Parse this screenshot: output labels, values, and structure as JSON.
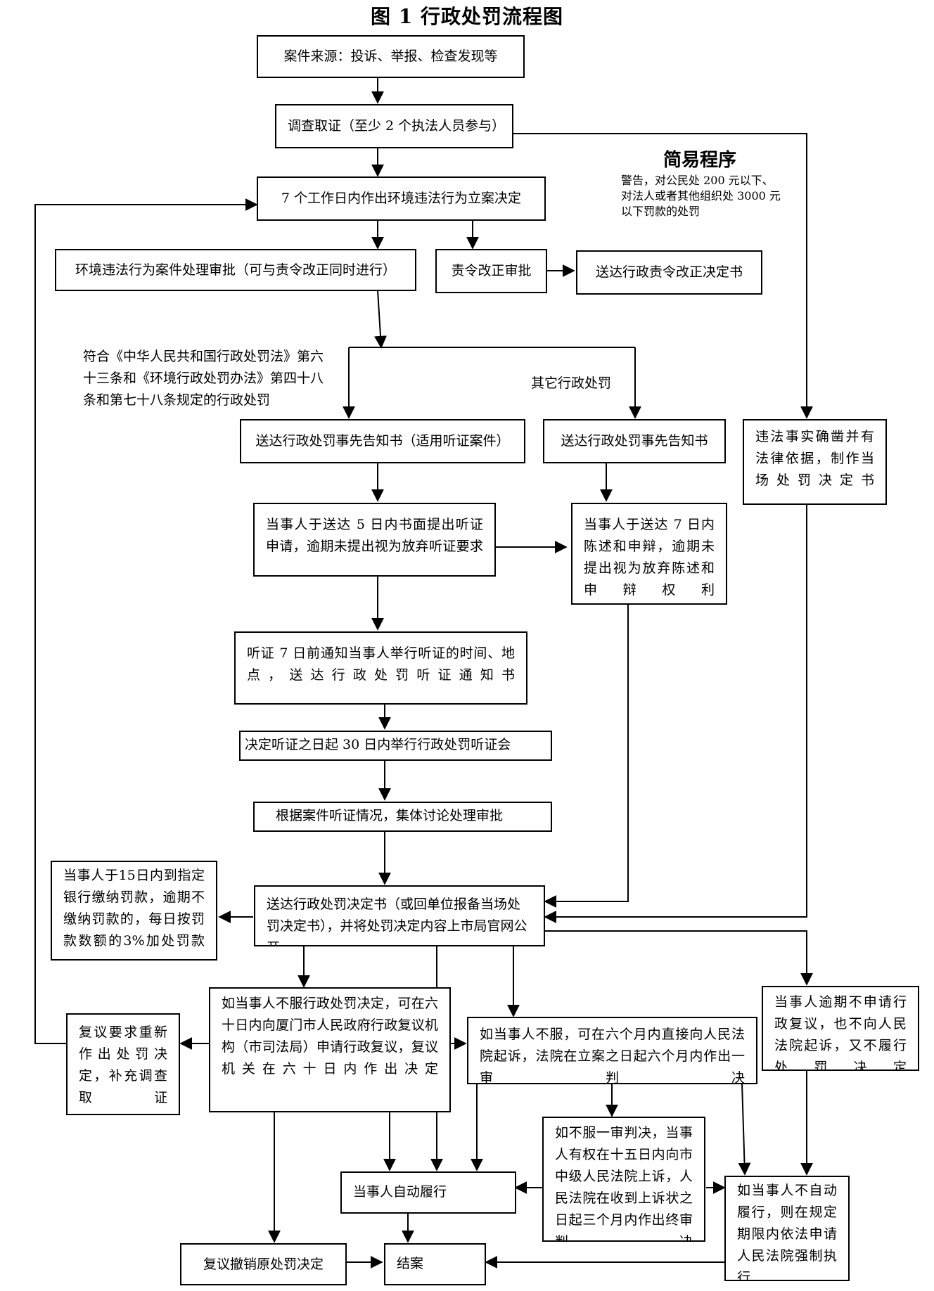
{
  "title": "图 1  行政处罚流程图",
  "nodes": {
    "case_source": "案件来源：投诉、举报、检查发现等",
    "investigate": "调查取证（至少 2 个执法人员参与）",
    "file_decision": "7 个工作日内作出环境违法行为立案决定",
    "case_approval": "环境违法行为案件处理审批（可与责令改正同时进行）",
    "rectify_approval": "责令改正审批",
    "rectify_notice": "送达行政责令改正决定书",
    "notice_hearing": "送达行政处罚事先告知书（适用听证案件）",
    "notice_other": "送达行政处罚事先告知书",
    "hearing_apply": "当事人于送达 5 日内书面提出听证申请，逾期未提出视为放弃听证要求",
    "statement_defense": "当事人于送达 7 日内陈述和申辩，逾期未提出视为放弃陈述和申辩权利",
    "hearing_notify": "听证 7 日前通知当事人举行听证的时间、地点，送达行政处罚听证通知书",
    "hearing_meeting": "决定听证之日起 30 日内举行行政处罚听证会",
    "collective_review": "根据案件听证情况，集体讨论处理审批",
    "decision_deliver": "送达行政处罚决定书（或回单位报备当场处罚决定书），并将处罚决定内容上市局官网公开",
    "fine_payment": "当事人于15日内到指定银行缴纳罚款，逾期不缴纳罚款的，每日按罚款数额的3%加处罚款",
    "on_spot": "违法事实确凿并有法律依据，制作当场处罚决定书",
    "reconsideration": "如当事人不服行政处罚决定，可在六十日内向厦门市人民政府行政复议机构（市司法局）申请行政复议，复议机关在六十日内作出决定",
    "redo_penalty": "复议要求重新作出处罚决定，补充调查取证",
    "lawsuit": "如当事人不服，可在六个月内直接向人民法院起诉，法院在立案之日起六个月内作出一审判决",
    "no_action": "当事人逾期不申请行政复议，也不向人民法院起诉，又不履行处罚决定",
    "appeal": "如不服一审判决，当事人有权在十五日内向市中级人民法院上诉，人民法院在收到上诉状之日起三个月内作出终审判决",
    "self_perform": "当事人自动履行",
    "enforce": "如当事人不自动履行，则在规定期限内依法申请人民法院强制执行",
    "revoke": "复议撤销原处罚决定",
    "close": "结案"
  },
  "labels": {
    "law_branch": "符合《中华人民共和国行政处罚法》第六十三条和《环境行政处罚办法》第四十八条和第七十八条规定的行政处罚",
    "other_branch": "其它行政处罚",
    "simple_title": "简易程序",
    "simple_desc": "警告，对公民处 200 元以下、对法人或者其他组织处 3000 元以下罚款的处罚"
  }
}
